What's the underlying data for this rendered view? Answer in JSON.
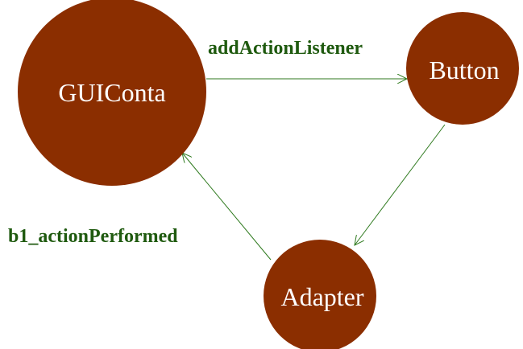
{
  "colors": {
    "node_fill": "#8b2e00",
    "edge_stroke": "#2f7a1f",
    "edge_label": "#1f5a0f",
    "node_text": "#ffffff"
  },
  "nodes": {
    "guiconta": {
      "label": "GUIConta"
    },
    "button": {
      "label": "Button"
    },
    "adapter": {
      "label": "Adapter"
    }
  },
  "edges": {
    "add_action_listener": {
      "label": "addActionListener"
    },
    "b1_action_performed": {
      "label": "b1_actionPerformed"
    }
  }
}
